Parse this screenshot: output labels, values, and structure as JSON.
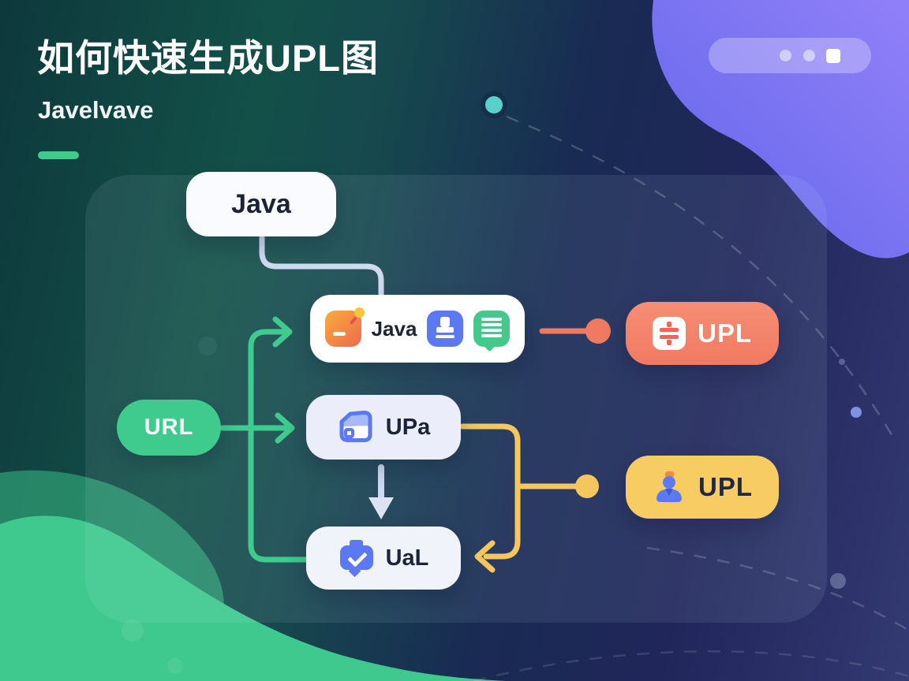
{
  "header": {
    "title": "如何快速生成UPL图",
    "subtitle": "Javelvave"
  },
  "diagram": {
    "source": {
      "label": "Java",
      "shape": "rounded-box"
    },
    "process": {
      "label": "Java",
      "icons": [
        "note-icon",
        "stamp-icon",
        "chat-lines-icon"
      ]
    },
    "url": {
      "label": "URL",
      "shape": "pill"
    },
    "upa": {
      "label": "UPa",
      "icon": "package-file-icon"
    },
    "ual": {
      "label": "UaL",
      "icon": "chat-check-icon"
    },
    "upl_red": {
      "label": "UPL",
      "icon": "split-rows-icon"
    },
    "upl_yellow": {
      "label": "UPL",
      "icon": "person-icon"
    }
  },
  "colors": {
    "accent_green": "#3fca8e",
    "connector_lavender": "#cfd9ef",
    "connector_red": "#f07962",
    "connector_yellow": "#f4c65d",
    "node_blue": "#5b79f2",
    "box_red": "#f07a61",
    "box_yellow": "#f7cd63",
    "blob_purple_light": "#9180f8",
    "blob_purple_dark": "#6165ea",
    "blob_green": "#3fc98e",
    "teal_dot": "#59d0ca"
  }
}
